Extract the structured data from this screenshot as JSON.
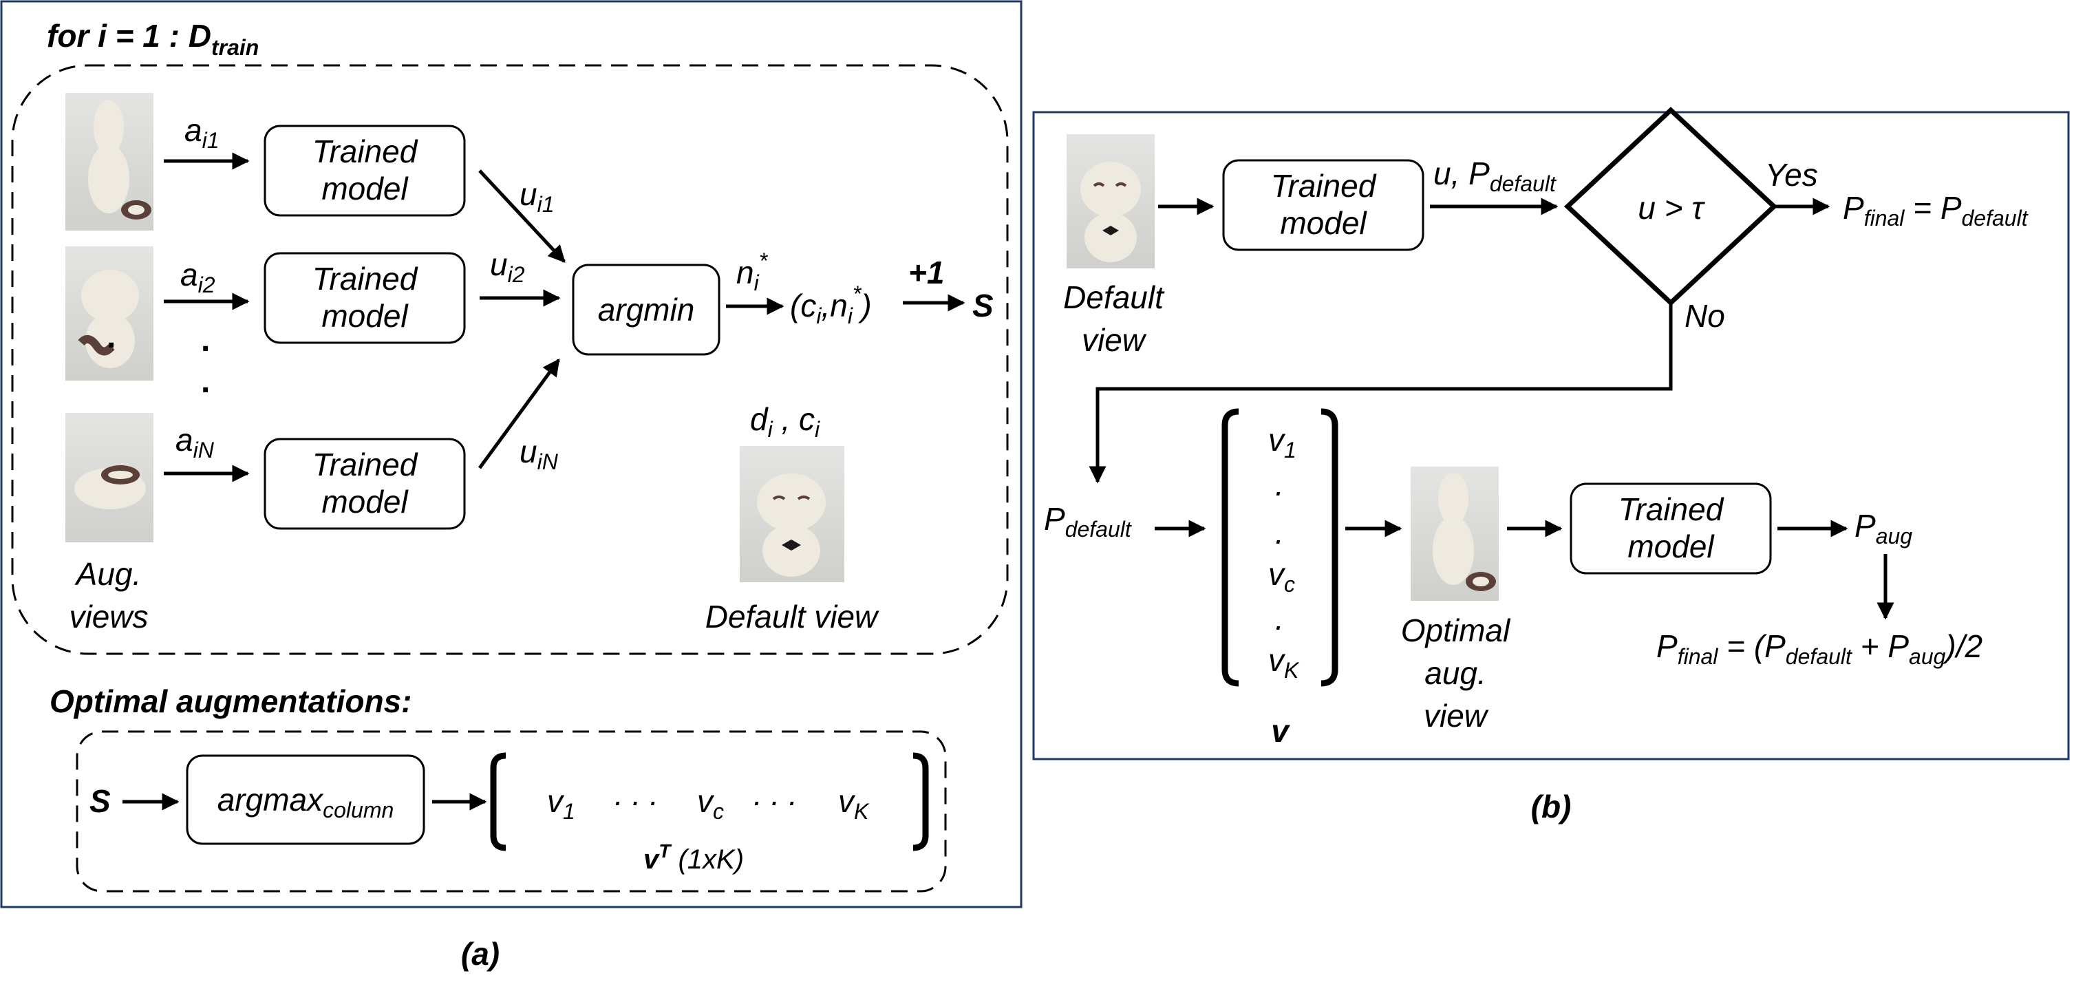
{
  "panel_a": {
    "caption": "(a)",
    "loop_label_prefix": "for i = 1 : D",
    "loop_label_sub": "train",
    "rows": [
      {
        "aug_name": "a",
        "aug_sub": "i1",
        "model": [
          "Trained",
          "model"
        ],
        "u_name": "u",
        "u_sub": "i1"
      },
      {
        "aug_name": "a",
        "aug_sub": "i2",
        "model": [
          "Trained",
          "model"
        ],
        "u_name": "u",
        "u_sub": "i2"
      },
      {
        "aug_name": "a",
        "aug_sub": "iN",
        "model": [
          "Trained",
          "model"
        ],
        "u_name": "u",
        "u_sub": "iN"
      }
    ],
    "aug_views_label": [
      "Aug.",
      "views"
    ],
    "argmin_label": "argmin",
    "n_name": "n",
    "n_sub": "i",
    "n_sup": "*",
    "tuple_open": "(c",
    "tuple_c_sub": "i",
    "tuple_mid": ",n",
    "tuple_n_sub": "i",
    "tuple_n_sup": "*",
    "tuple_close": ")",
    "increment_label": "+1",
    "s_label": "S",
    "di_ci_label_d": "d",
    "di_ci_label_d_sub": "i",
    "di_ci_label_sep": " , c",
    "di_ci_label_c_sub": "i",
    "default_view_label": "Default view",
    "optimal_title": "Optimal augmentations:",
    "argmax_label": "argmax",
    "argmax_sub": "column",
    "vector_v1": "v",
    "vector_v1_sub": "1",
    "vector_dots": ". . .",
    "vector_vc": "v",
    "vector_vc_sub": "c",
    "vector_vk": "v",
    "vector_vk_sub": "K",
    "vt_name": "v",
    "vt_sup": "T",
    "vt_dims": " (1xK)"
  },
  "panel_b": {
    "caption": "(b)",
    "default_view_label": [
      "Default",
      "view"
    ],
    "model_label": [
      "Trained",
      "model"
    ],
    "u_p_label": "u, P",
    "u_p_sub": "default",
    "decision_label": "u > τ",
    "yes_label": "Yes",
    "no_label": "No",
    "p_final_name": "P",
    "p_final_sub": "final",
    "p_final_eq": " = P",
    "p_final_eq_sub": "default",
    "p_default_name": "P",
    "p_default_sub": "default",
    "vector_items": [
      {
        "name": "v",
        "sub": "1"
      },
      {
        "name": ".",
        "sub": ""
      },
      {
        "name": ".",
        "sub": ""
      },
      {
        "name": "v",
        "sub": "c"
      },
      {
        "name": ".",
        "sub": ""
      },
      {
        "name": "v",
        "sub": "K"
      }
    ],
    "vector_label": "v",
    "optimal_view_label": [
      "Optimal",
      "aug.",
      "view"
    ],
    "model2_label": [
      "Trained",
      "model"
    ],
    "p_aug_name": "P",
    "p_aug_sub": "aug",
    "final_formula": {
      "p": "P",
      "p_sub": "final",
      "eq": " = (P",
      "d_sub": "default",
      "plus": " + P",
      "a_sub": "aug",
      "tail": ")/2"
    }
  },
  "colors": {
    "panel_border": "#1f3864",
    "ink": "#000000",
    "photo_bg": "#d9d9d6",
    "toy_body": "#eeeae0",
    "toy_stripe": "#5a4038"
  }
}
